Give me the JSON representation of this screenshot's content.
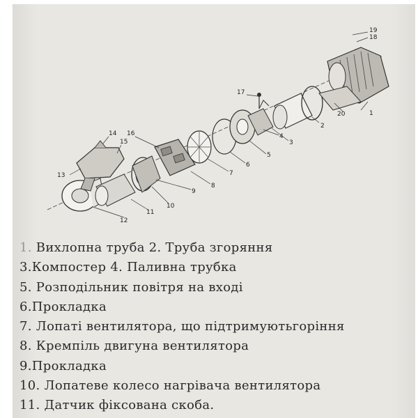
{
  "diagram": {
    "callouts": [
      "1",
      "2",
      "3",
      "4",
      "5",
      "6",
      "7",
      "8",
      "9",
      "10",
      "11",
      "12",
      "13",
      "14",
      "15",
      "16",
      "17",
      "18",
      "19",
      "20"
    ]
  },
  "legend": {
    "lines": [
      {
        "num": "1.",
        "text": " Вихлопна труба  2. Труба згоряння"
      },
      {
        "num": "3.",
        "text": "Компостер 4. Паливна трубка"
      },
      {
        "num": "5.",
        "text": " Розподільник повітря на вході"
      },
      {
        "num": "6.",
        "text": "Прокладка"
      },
      {
        "num": "7.",
        "text": " Лопаті вентилятора, що підтримуютьгоріння"
      },
      {
        "num": "8.",
        "text": " Кремпіль двигуна вентилятора"
      },
      {
        "num": "9.",
        "text": "Прокладка"
      },
      {
        "num": "10.",
        "text": " Лопатеве колесо нагрівача вентилятора"
      },
      {
        "num": "11.",
        "text": " Датчик фіксована скоба."
      }
    ]
  }
}
